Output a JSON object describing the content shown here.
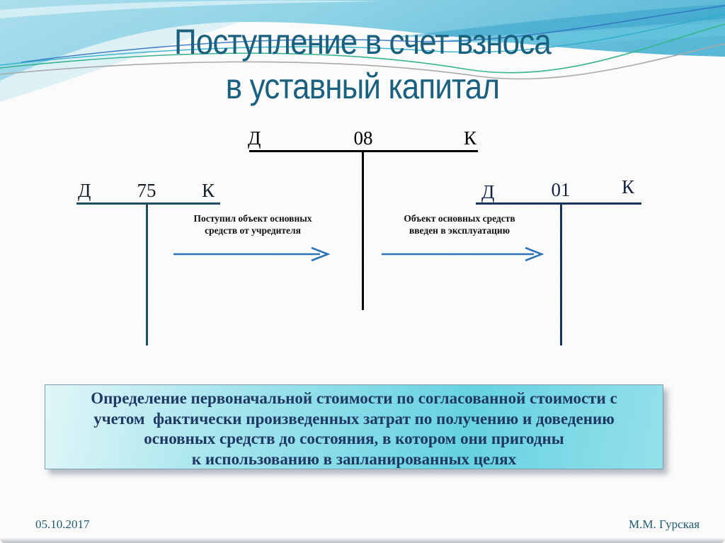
{
  "slide": {
    "title_line1": "Поступление в счет взноса",
    "title_line2": "в уставный капитал",
    "footer": {
      "date": "05.10.2017",
      "author": "М.М. Гурская"
    },
    "colors": {
      "title_text": "#1A617F",
      "arrow_blue": "#2E74B5",
      "infobox_text": "#1F3864",
      "infobox_fill_light": "#E0F6F8",
      "infobox_fill_deep": "#66D2E1",
      "footer_text": "#1E5A71",
      "account75_line": "#1F4E63",
      "account08_line": "#000000",
      "account01_line": "#17365D",
      "wave_blue": "#5AB8D7"
    }
  },
  "accounts": {
    "acc08": {
      "debit_label": "Д",
      "number": "08",
      "credit_label": "К"
    },
    "acc75": {
      "debit_label": "Д",
      "number": "75",
      "credit_label": "К"
    },
    "acc01": {
      "debit_label": "Д",
      "number": "01",
      "credit_label": "К"
    }
  },
  "annotations": {
    "left": {
      "line1": "Поступил объект основных",
      "line2": "средств от учредителя"
    },
    "right": {
      "line1": "Объект основных средств",
      "line2": "введен в эксплуатацию"
    }
  },
  "icons": {
    "arrow_left": "arrow-right-icon",
    "arrow_right": "arrow-right-icon"
  },
  "infobox": {
    "lines": [
      "Определение первоначальной стоимости по согласованной стоимости с",
      "учетом  фактически произведенных затрат по получению и доведению",
      "основных средств до состояния, в котором они пригодны",
      "к использованию в запланированных целях"
    ]
  }
}
